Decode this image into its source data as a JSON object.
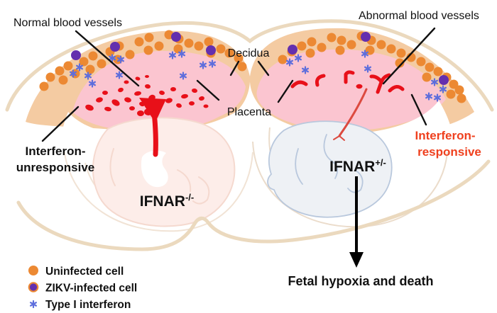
{
  "labels": {
    "normal_vessels": "Normal blood vessels",
    "abnormal_vessels": "Abnormal blood vessels",
    "decidua": "Decidua",
    "placenta": "Placenta",
    "interferon_unresponsive_line1": "Interferon-",
    "interferon_unresponsive_line2": "unresponsive",
    "interferon_responsive_line1": "Interferon-",
    "interferon_responsive_line2": "responsive",
    "ifnar_ko_base": "IFNAR",
    "ifnar_ko_sup": "-/-",
    "ifnar_het_base": "IFNAR",
    "ifnar_het_sup": "+/-",
    "outcome": "Fetal hypoxia and death"
  },
  "legend": {
    "items": [
      {
        "icon": "uninfected-cell-icon",
        "label": "Uninfected cell"
      },
      {
        "icon": "zikv-infected-cell-icon",
        "label": "ZIKV-infected cell"
      },
      {
        "icon": "type-i-interferon-icon",
        "label": "Type I interferon"
      }
    ]
  },
  "colors": {
    "decidua": "#F4CBA2",
    "placenta": "#FBC5D0",
    "outline": "#EBD9BE",
    "uninfected_cell": "#EC8933",
    "infected_cell": "#642FAE",
    "interferon": "#5E6EDC",
    "vessel_red": "#E81019",
    "accent_text": "#EF401E",
    "fetus_left": "#FDEDE9",
    "fetus_right": "#EEF1F5"
  },
  "figure": {
    "left_cells": [
      [
        62,
        122
      ],
      [
        71,
        109
      ],
      [
        84,
        100
      ],
      [
        96,
        93
      ],
      [
        89,
        113
      ],
      [
        106,
        104
      ],
      [
        118,
        87
      ],
      [
        131,
        79
      ],
      [
        127,
        98
      ],
      [
        143,
        90
      ],
      [
        155,
        73
      ],
      [
        168,
        65
      ],
      [
        166,
        84
      ],
      [
        183,
        77
      ],
      [
        196,
        59
      ],
      [
        210,
        53
      ],
      [
        209,
        71
      ],
      [
        224,
        65
      ],
      [
        238,
        49
      ],
      [
        252,
        55
      ],
      [
        251,
        69
      ],
      [
        266,
        61
      ],
      [
        280,
        65
      ],
      [
        294,
        59
      ],
      [
        297,
        75
      ],
      [
        311,
        69
      ],
      [
        323,
        75
      ],
      [
        336,
        82
      ],
      [
        341,
        94
      ]
    ],
    "left_infected": [
      [
        107,
        78
      ],
      [
        162,
        66
      ],
      [
        248,
        52
      ],
      [
        297,
        71
      ]
    ],
    "right_cells": [
      [
        398,
        84
      ],
      [
        411,
        73
      ],
      [
        425,
        65
      ],
      [
        439,
        59
      ],
      [
        437,
        75
      ],
      [
        453,
        67
      ],
      [
        467,
        53
      ],
      [
        481,
        57
      ],
      [
        479,
        71
      ],
      [
        495,
        63
      ],
      [
        509,
        51
      ],
      [
        523,
        57
      ],
      [
        521,
        71
      ],
      [
        537,
        63
      ],
      [
        551,
        69
      ],
      [
        565,
        75
      ],
      [
        563,
        89
      ],
      [
        579,
        81
      ],
      [
        593,
        87
      ],
      [
        605,
        95
      ],
      [
        601,
        109
      ],
      [
        617,
        101
      ],
      [
        629,
        109
      ],
      [
        639,
        119
      ],
      [
        635,
        133
      ],
      [
        647,
        127
      ],
      [
        650,
        139
      ]
    ],
    "right_infected": [
      [
        412,
        70
      ],
      [
        515,
        52
      ],
      [
        625,
        113
      ]
    ],
    "left_interferon": [
      [
        112,
        95
      ],
      [
        124,
        107
      ],
      [
        130,
        118
      ],
      [
        103,
        104
      ],
      [
        158,
        82
      ],
      [
        170,
        84
      ],
      [
        168,
        106
      ],
      [
        243,
        78
      ],
      [
        256,
        76
      ],
      [
        286,
        92
      ],
      [
        299,
        90
      ],
      [
        258,
        107
      ]
    ],
    "right_interferon": [
      [
        408,
        88
      ],
      [
        420,
        82
      ],
      [
        430,
        99
      ],
      [
        514,
        76
      ],
      [
        518,
        97
      ],
      [
        612,
        116
      ],
      [
        624,
        126
      ],
      [
        604,
        136
      ],
      [
        616,
        138
      ]
    ],
    "left_vessel_blobs": [
      [
        126,
        152,
        6,
        4,
        20
      ],
      [
        140,
        141,
        5,
        3.5,
        -15
      ],
      [
        152,
        154,
        5,
        3,
        10
      ],
      [
        148,
        131,
        4,
        3,
        0
      ],
      [
        163,
        145,
        6,
        4,
        30
      ],
      [
        170,
        127,
        4,
        3,
        -20
      ],
      [
        180,
        141,
        5,
        3.5,
        15
      ],
      [
        186,
        153,
        4,
        3,
        0
      ],
      [
        194,
        132,
        5,
        3,
        -10
      ],
      [
        200,
        147,
        4,
        3,
        20
      ],
      [
        208,
        122,
        4,
        3,
        10
      ],
      [
        214,
        138,
        5,
        4,
        -25
      ],
      [
        224,
        151,
        4,
        3,
        0
      ],
      [
        228,
        131,
        4,
        3,
        15
      ],
      [
        238,
        142,
        5,
        3.5,
        -15
      ],
      [
        244,
        126,
        4,
        3,
        0
      ],
      [
        252,
        149,
        4,
        3,
        20
      ],
      [
        260,
        136,
        5,
        3,
        -10
      ],
      [
        270,
        146,
        4,
        3,
        0
      ],
      [
        274,
        128,
        4,
        3,
        10
      ],
      [
        284,
        139,
        4,
        3,
        -15
      ],
      [
        290,
        150,
        3.5,
        2.5,
        0
      ],
      [
        178,
        116,
        3.5,
        2.5,
        0
      ],
      [
        194,
        111,
        3.5,
        2.5,
        15
      ],
      [
        207,
        108,
        3,
        2,
        0
      ],
      [
        209,
        158,
        6,
        5,
        0
      ],
      [
        198,
        160,
        5,
        4,
        0
      ]
    ]
  }
}
